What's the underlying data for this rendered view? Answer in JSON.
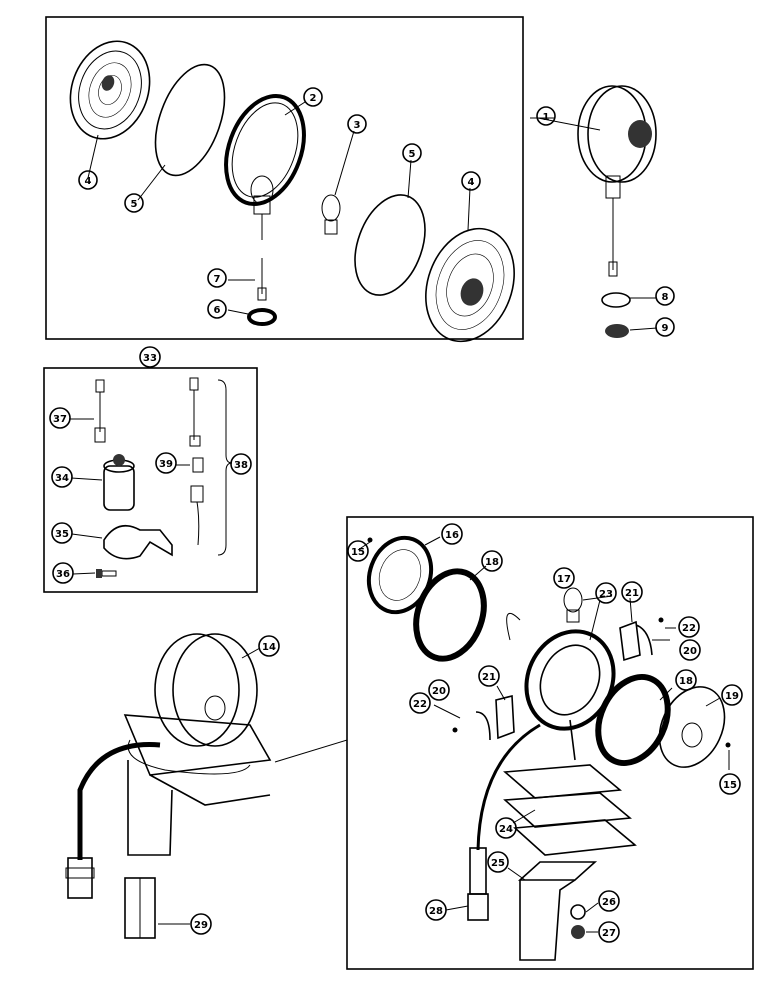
{
  "diagram": {
    "callouts": [
      {
        "id": "c1",
        "label": "1"
      },
      {
        "id": "c2",
        "label": "2"
      },
      {
        "id": "c3",
        "label": "3"
      },
      {
        "id": "c4a",
        "label": "4"
      },
      {
        "id": "c4b",
        "label": "4"
      },
      {
        "id": "c5a",
        "label": "5"
      },
      {
        "id": "c5b",
        "label": "5"
      },
      {
        "id": "c6",
        "label": "6"
      },
      {
        "id": "c7",
        "label": "7"
      },
      {
        "id": "c8",
        "label": "8"
      },
      {
        "id": "c9",
        "label": "9"
      },
      {
        "id": "c33",
        "label": "33"
      },
      {
        "id": "c34",
        "label": "34"
      },
      {
        "id": "c35",
        "label": "35"
      },
      {
        "id": "c36",
        "label": "36"
      },
      {
        "id": "c37",
        "label": "37"
      },
      {
        "id": "c38",
        "label": "38"
      },
      {
        "id": "c39",
        "label": "39"
      },
      {
        "id": "c14",
        "label": "14"
      },
      {
        "id": "c29",
        "label": "29"
      },
      {
        "id": "c15a",
        "label": "15"
      },
      {
        "id": "c15b",
        "label": "15"
      },
      {
        "id": "c16",
        "label": "16"
      },
      {
        "id": "c17",
        "label": "17"
      },
      {
        "id": "c18a",
        "label": "18"
      },
      {
        "id": "c18b",
        "label": "18"
      },
      {
        "id": "c19",
        "label": "19"
      },
      {
        "id": "c20a",
        "label": "20"
      },
      {
        "id": "c20b",
        "label": "20"
      },
      {
        "id": "c21a",
        "label": "21"
      },
      {
        "id": "c21b",
        "label": "21"
      },
      {
        "id": "c22a",
        "label": "22"
      },
      {
        "id": "c22b",
        "label": "22"
      },
      {
        "id": "c23",
        "label": "23"
      },
      {
        "id": "c24",
        "label": "24"
      },
      {
        "id": "c25",
        "label": "25"
      },
      {
        "id": "c26",
        "label": "26"
      },
      {
        "id": "c27",
        "label": "27"
      },
      {
        "id": "c28",
        "label": "28"
      }
    ]
  }
}
